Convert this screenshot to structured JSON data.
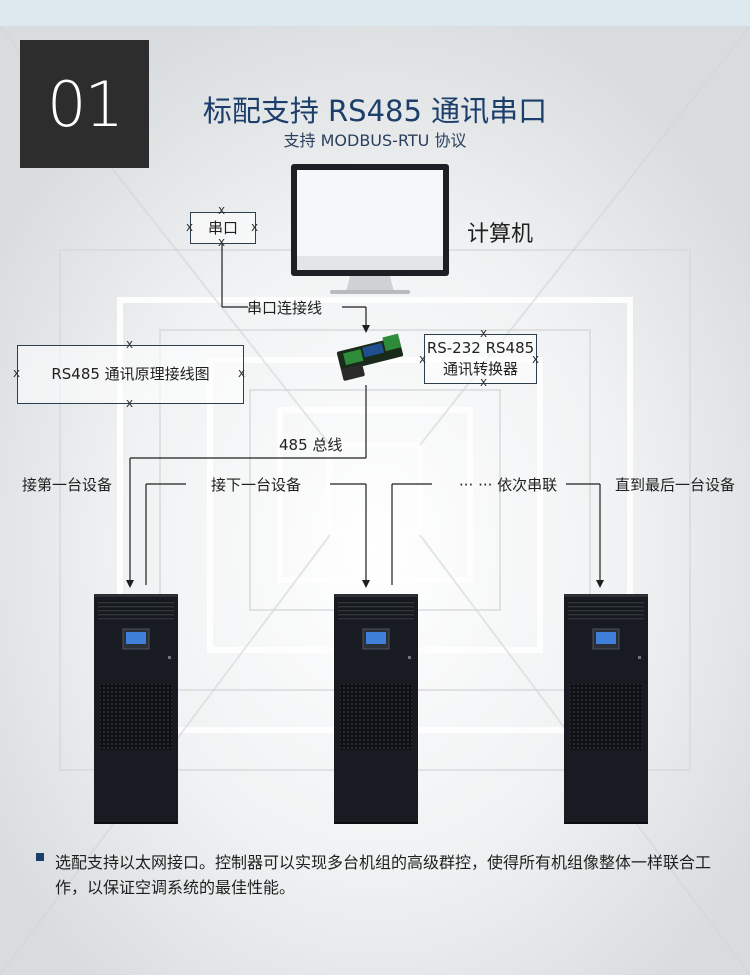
{
  "badge": "01",
  "title": "标配支持 RS485 通讯串口",
  "subtitle": "支持 MODBUS-RTU 协议",
  "computer_label": "计算机",
  "serial_port": "串口",
  "serial_cable": "串口连接线",
  "wiring_diagram": "RS485 通讯原理接线图",
  "converter": {
    "line1": "RS-232 RS485",
    "line2": "通讯转换器"
  },
  "bus_label": "485 总线",
  "connect_first": "接第一台设备",
  "connect_next": "接下一台设备",
  "series": "··· ··· 依次串联",
  "connect_last": "直到最后一台设备",
  "x_mark": "x",
  "note": "选配支持以太网接口。控制器可以实现多台机组的高级群控，使得所有机组像整体一样联合工作，以保证空调系统的最佳性能。",
  "colors": {
    "accent": "#1c3e6b",
    "badge_bg": "#2d2d2d",
    "cabinet": "#14171c"
  }
}
